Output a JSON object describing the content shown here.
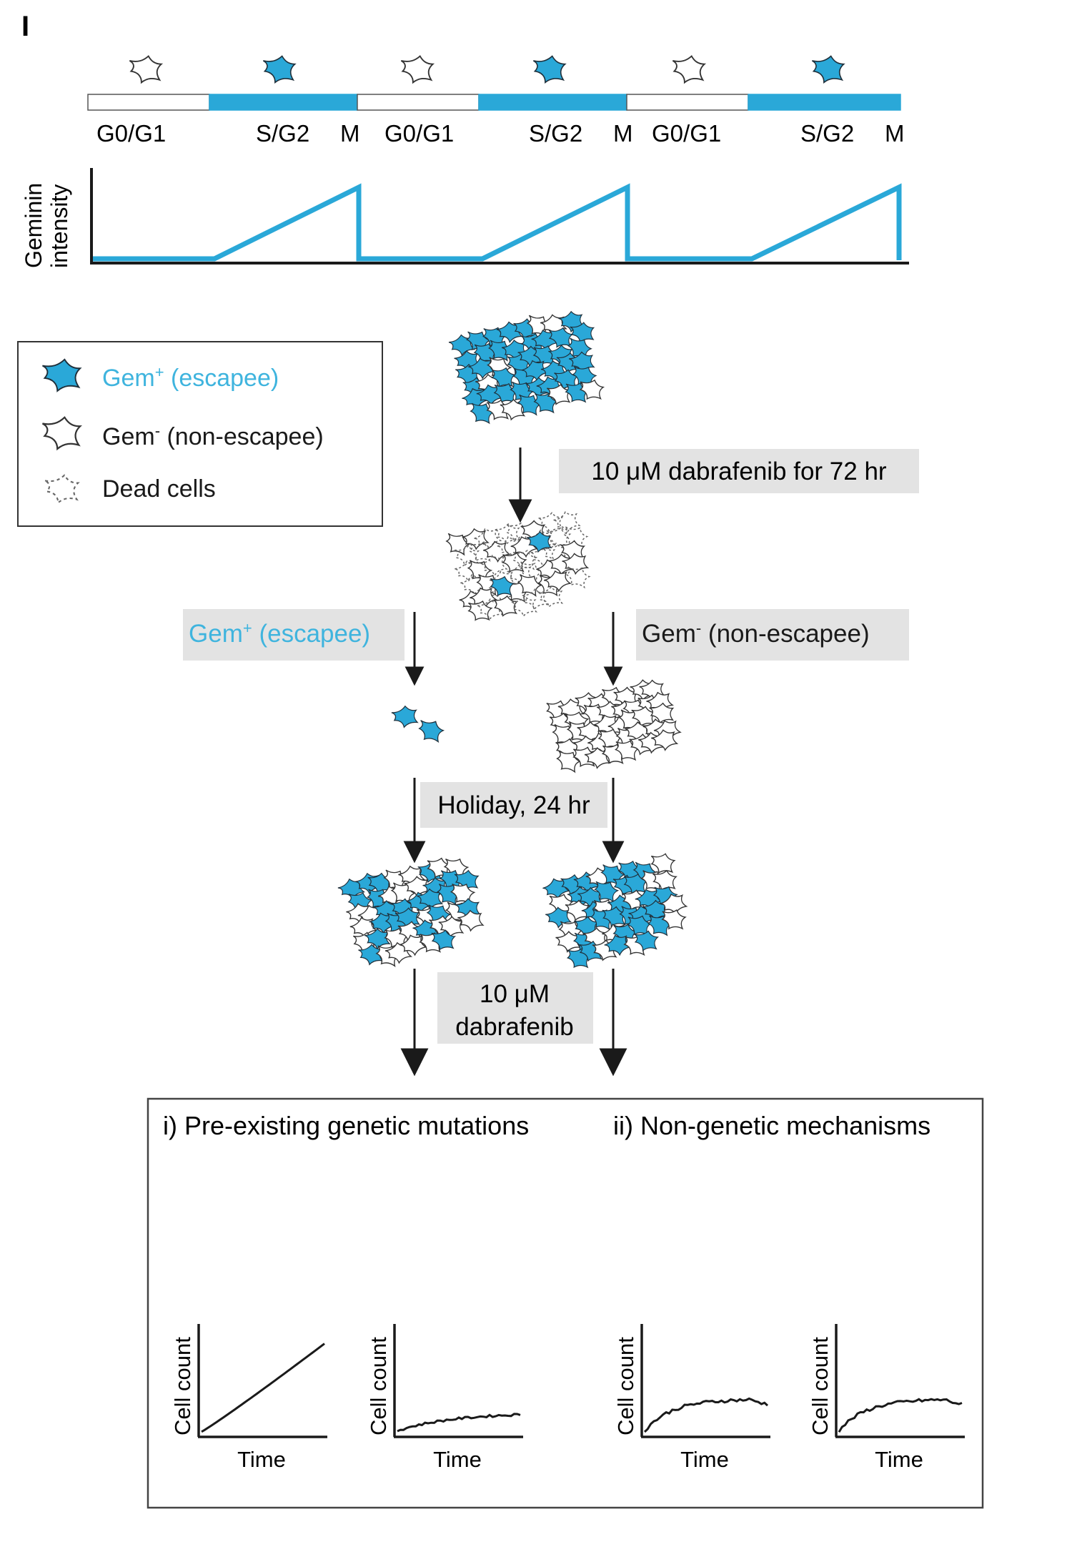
{
  "panel_letter": "I",
  "colors": {
    "accent": "#2aa8d8",
    "escapee_text": "#3fb4de",
    "ink": "#1a1a1a",
    "label_bg": "#e3e3e3"
  },
  "cell_cycle": {
    "phases": [
      "G0/G1",
      "S/G2",
      "M",
      "G0/G1",
      "S/G2",
      "M",
      "G0/G1",
      "S/G2",
      "M"
    ],
    "y_axis_label_line1": "Geminin",
    "y_axis_label_line2": "intensity"
  },
  "legend": {
    "items": [
      {
        "base": "Gem",
        "sup": "+",
        "rest": " (escapee)",
        "icon": "filled-cell-icon"
      },
      {
        "base": "Gem",
        "sup": "-",
        "rest": " (non-escapee)",
        "icon": "outline-cell-icon"
      },
      {
        "base": "",
        "sup": "",
        "rest": "Dead cells",
        "icon": "dead-cell-icon"
      }
    ]
  },
  "flow": {
    "step1_label": "10 μM dabrafenib for 72 hr",
    "escapee_label": {
      "base": "Gem",
      "sup": "+",
      "rest": " (escapee)"
    },
    "nonescapee_label": {
      "base": "Gem",
      "sup": "-",
      "rest": " (non-escapee)"
    },
    "holiday_label": "Holiday, 24 hr",
    "retreat_label_line1": "10 μM",
    "retreat_label_line2": "dabrafenib"
  },
  "outcomes": {
    "heading_i": "i) Pre-existing genetic mutations",
    "heading_ii": "ii) Non-genetic mechanisms",
    "y_label": "Cell count",
    "x_label": "Time"
  }
}
